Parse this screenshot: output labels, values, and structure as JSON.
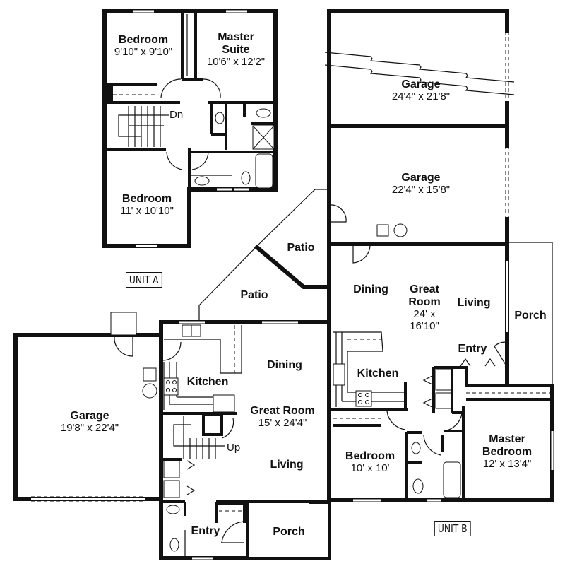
{
  "plan": {
    "units": [
      {
        "id": "A",
        "tag": "UNIT A"
      },
      {
        "id": "B",
        "tag": "UNIT B"
      }
    ],
    "unit_a": {
      "upper_floor": {
        "bedroom_1": {
          "name": "Bedroom",
          "dim": "9'10\" x 9'10\""
        },
        "master_suite": {
          "name": "Master",
          "name2": "Suite",
          "dim": "10'6\" x 12'2\""
        },
        "bedroom_2": {
          "name": "Bedroom",
          "dim": "11' x 10'10\""
        },
        "stairs_label": "Dn"
      },
      "main_floor": {
        "garage": {
          "name": "Garage",
          "dim": "19'8\" x 22'4\""
        },
        "kitchen": {
          "name": "Kitchen"
        },
        "dining": {
          "name": "Dining"
        },
        "great_room": {
          "name": "Great Room",
          "dim": "15' x 24'4\""
        },
        "living": {
          "name": "Living"
        },
        "entry": {
          "name": "Entry"
        },
        "porch": {
          "name": "Porch"
        },
        "patio": {
          "name": "Patio"
        },
        "stairs_label": "Up"
      }
    },
    "unit_b": {
      "garage_1": {
        "name": "Garage",
        "dim": "24'4\" x 21'8\""
      },
      "garage_2": {
        "name": "Garage",
        "dim": "22'4\" x 15'8\""
      },
      "patio": {
        "name": "Patio"
      },
      "dining": {
        "name": "Dining"
      },
      "great_room": {
        "name": "Great",
        "name2": "Room",
        "dim": "24' x",
        "dim2": "16'10\""
      },
      "living": {
        "name": "Living"
      },
      "porch": {
        "name": "Porch"
      },
      "entry": {
        "name": "Entry"
      },
      "kitchen": {
        "name": "Kitchen"
      },
      "bedroom": {
        "name": "Bedroom",
        "dim": "10' x 10'"
      },
      "master_bedroom": {
        "name": "Master",
        "name2": "Bedroom",
        "dim": "12' x 13'4\""
      }
    },
    "colors": {
      "wall": "#111111",
      "background": "#ffffff"
    }
  }
}
